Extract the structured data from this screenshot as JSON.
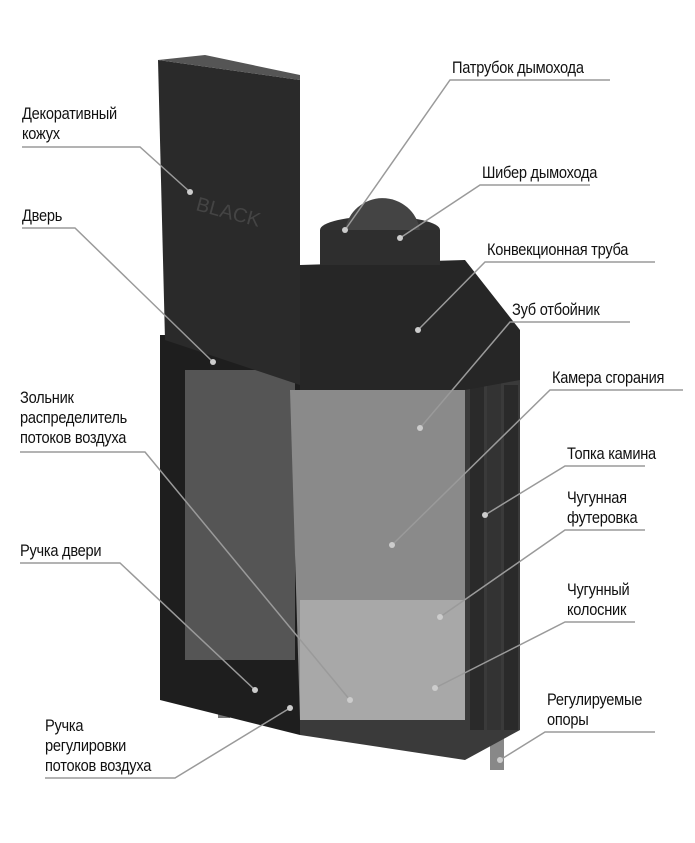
{
  "product_brand": "BLACK",
  "labels": {
    "decorative_casing": [
      "Декоративный",
      "кожух"
    ],
    "door": [
      "Дверь"
    ],
    "ash_pan": [
      "Зольник",
      "распределитель",
      "потоков воздуха"
    ],
    "door_handle": [
      "Ручка двери"
    ],
    "air_control_handle": [
      "Ручка",
      "регулировки",
      "потоков воздуха"
    ],
    "flue_pipe": [
      "Патрубок дымохода"
    ],
    "flue_damper": [
      "Шибер дымохода"
    ],
    "convection_pipe": [
      "Конвекционная труба"
    ],
    "deflector": [
      "Зуб отбойник"
    ],
    "combustion_chamber": [
      "Камера сгорания"
    ],
    "firebox": [
      "Топка камина"
    ],
    "cast_iron_lining": [
      "Чугунная",
      "футеровка"
    ],
    "cast_iron_grate": [
      "Чугунный",
      "колосник"
    ],
    "adjustable_legs": [
      "Регулируемые",
      "опоры"
    ]
  },
  "colors": {
    "line": "#9a9a9a",
    "body": "#2b2b2b",
    "text": "#111111"
  }
}
